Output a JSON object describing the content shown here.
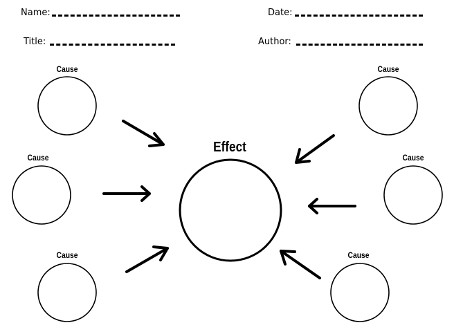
{
  "header": {
    "name_label": "Name:",
    "date_label": "Date:",
    "title_label": "Title:",
    "author_label": "Author:"
  },
  "organizer": {
    "effect_label": "Effect",
    "causes": [
      {
        "label": "Cause"
      },
      {
        "label": "Cause"
      },
      {
        "label": "Cause"
      },
      {
        "label": "Cause"
      },
      {
        "label": "Cause"
      },
      {
        "label": "Cause"
      }
    ]
  }
}
